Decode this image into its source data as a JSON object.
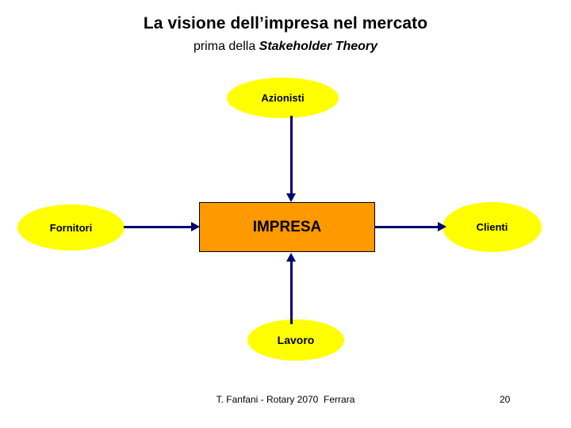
{
  "slide": {
    "title": "La visione dell’impresa nel mercato",
    "subtitle_plain": "prima della ",
    "subtitle_emph": "Stakeholder Theory",
    "background_color": "#FFFFFF"
  },
  "colors": {
    "ellipse_fill": "#FFFF00",
    "box_fill": "#FF9900",
    "box_border": "#000000",
    "arrow": "#00006E",
    "text": "#000000"
  },
  "diagram": {
    "center_node": {
      "label": "IMPRESA",
      "shape": "rectangle",
      "fill": "#FF9900"
    },
    "nodes": [
      {
        "id": "azionisti",
        "label": "Azionisti",
        "shape": "ellipse",
        "fill": "#FFFF00",
        "position": "top"
      },
      {
        "id": "fornitori",
        "label": "Fornitori",
        "shape": "ellipse",
        "fill": "#FFFF00",
        "position": "left"
      },
      {
        "id": "clienti",
        "label": "Clienti",
        "shape": "ellipse",
        "fill": "#FFFF00",
        "position": "right"
      },
      {
        "id": "lavoro",
        "label": "Lavoro",
        "shape": "ellipse",
        "fill": "#FFFF00",
        "position": "bottom"
      }
    ],
    "arrows": [
      {
        "id": "azionisti-impresa",
        "from": "Azionisti",
        "to": "IMPRESA",
        "direction": "down"
      },
      {
        "id": "fornitori-impresa",
        "from": "Fornitori",
        "to": "IMPRESA",
        "direction": "right"
      },
      {
        "id": "impresa-clienti",
        "from": "IMPRESA",
        "to": "Clienti",
        "direction": "right"
      },
      {
        "id": "lavoro-impresa",
        "from": "Lavoro",
        "to": "IMPRESA",
        "direction": "up"
      }
    ]
  },
  "footer": {
    "note": "T. Fanfani - Rotary 2070  Ferrara",
    "page_number": "20"
  }
}
